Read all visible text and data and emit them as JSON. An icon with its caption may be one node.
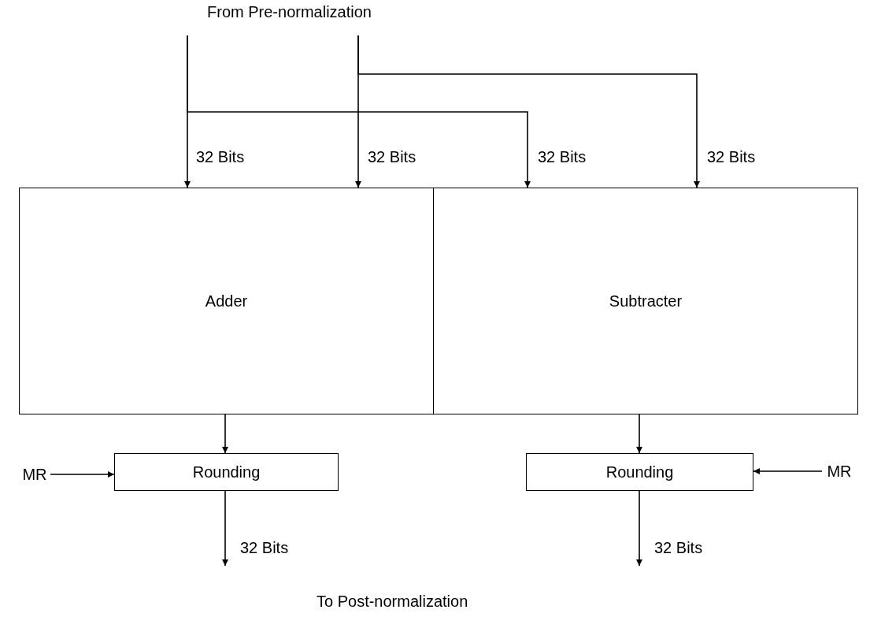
{
  "diagram": {
    "nodes": [
      {
        "text": [
          "From Pre-normalization"
        ]
      },
      {
        "text": [
          "Adder"
        ]
      },
      {
        "text": [
          "Subtracter"
        ]
      },
      {
        "text": [
          "Rounding"
        ]
      },
      {
        "text": [
          "Rounding"
        ]
      },
      {
        "text": [
          "MR"
        ]
      },
      {
        "text": [
          "MR"
        ]
      }
    ],
    "edges": [
      {
        "from": 0,
        "to": 1,
        "arrow": "to",
        "label": "32 Bits"
      },
      {
        "from": 0,
        "to": 1,
        "arrow": "to",
        "label": "32 Bits"
      },
      {
        "from": 0,
        "to": 2,
        "arrow": "to",
        "label": "32 Bits"
      },
      {
        "from": 0,
        "to": 2,
        "arrow": "to",
        "label": "32 Bits"
      },
      {
        "from": 1,
        "to": 3,
        "arrow": "to"
      },
      {
        "from": 2,
        "to": 4,
        "arrow": "to"
      },
      {
        "from": 5,
        "to": 3,
        "arrow": "to"
      },
      {
        "from": 6,
        "to": 4,
        "arrow": "to"
      },
      {
        "from": 3,
        "to": null,
        "arrow": "to",
        "label": "32 Bits"
      },
      {
        "from": 4,
        "to": null,
        "arrow": "to",
        "label": "32 Bits"
      }
    ],
    "labels": [
      "To Post-normalization"
    ]
  }
}
